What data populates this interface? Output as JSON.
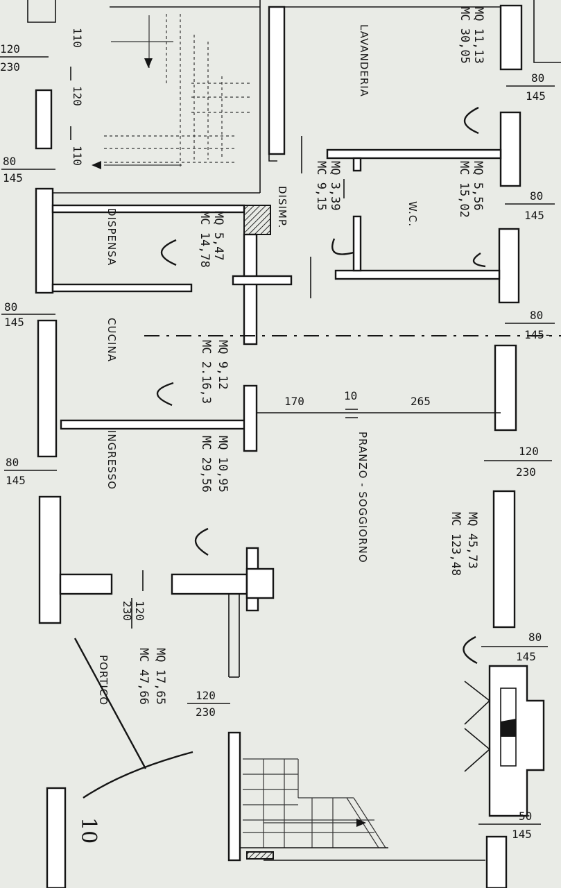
{
  "rooms": {
    "lavanderia": {
      "name": "LAVANDERIA",
      "mq": "MQ 11,13",
      "mc": "MC 30,05"
    },
    "wc": {
      "name": "W.C.",
      "mq": "MQ 5,56",
      "mc": "MC 15,02"
    },
    "disimpegno": {
      "name": "DISIMP.",
      "mq": "MQ 3,39",
      "mc": "MC 9,15"
    },
    "dispensa": {
      "name": "DISPENSA",
      "mq": "MQ 5,47",
      "mc": "MC 14,78"
    },
    "cucina": {
      "name": "CUCINA",
      "mq": "MQ 9,12",
      "mc": "MC 2.16,3"
    },
    "ingresso": {
      "name": "INGRESSO",
      "mq": "MQ 10,95",
      "mc": "MC 29,56"
    },
    "pranzo": {
      "name": "PRANZO - SOGGIORNO",
      "mq": "MQ 45,73",
      "mc": "MC 123,48"
    },
    "portico": {
      "name": "PORTICO",
      "mq": "MQ 17,65",
      "mc": "MC 47,66"
    }
  },
  "dimensions": {
    "window_left_top_a": "120",
    "window_left_top_b": "230",
    "stair_a": "110",
    "stair_b": "120",
    "stair_c": "110",
    "window_left_2_a": "80",
    "window_left_2_b": "145",
    "window_left_3_a": "80",
    "window_left_3_b": "145",
    "window_left_4_a": "80",
    "window_left_4_b": "145",
    "window_right_1_a": "80",
    "window_right_1_b": "145",
    "window_right_2_a": "80",
    "window_right_2_b": "145",
    "window_right_3_a": "80",
    "window_right_3_b": "145-",
    "window_right_4_a": "120",
    "window_right_4_b": "230",
    "window_right_5_a": "80",
    "window_right_5_b": "145",
    "window_right_6_a": "50",
    "window_right_6_b": "145",
    "door_portico_a": "120",
    "door_portico_b": "230",
    "door_ingresso_a": "120",
    "door_ingresso_b": "230",
    "span_a": "170",
    "span_b": "10",
    "span_c": "265"
  },
  "handwritten": "10"
}
